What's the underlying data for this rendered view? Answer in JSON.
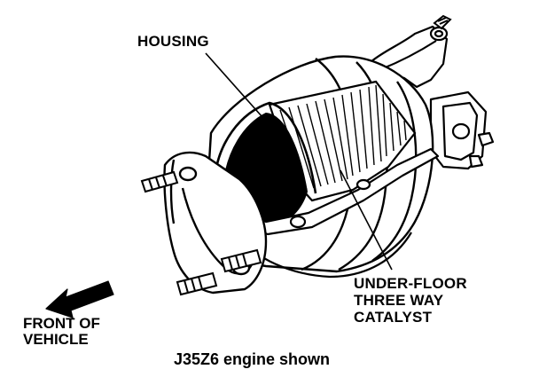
{
  "labels": {
    "housing": "HOUSING",
    "catalyst_line1": "UNDER-FLOOR",
    "catalyst_line2": "THREE WAY",
    "catalyst_line3": "CATALYST",
    "front_line1": "FRONT OF",
    "front_line2": "VEHICLE"
  },
  "caption": "J35Z6 engine shown",
  "colors": {
    "ink": "#000000",
    "paper": "#ffffff"
  }
}
